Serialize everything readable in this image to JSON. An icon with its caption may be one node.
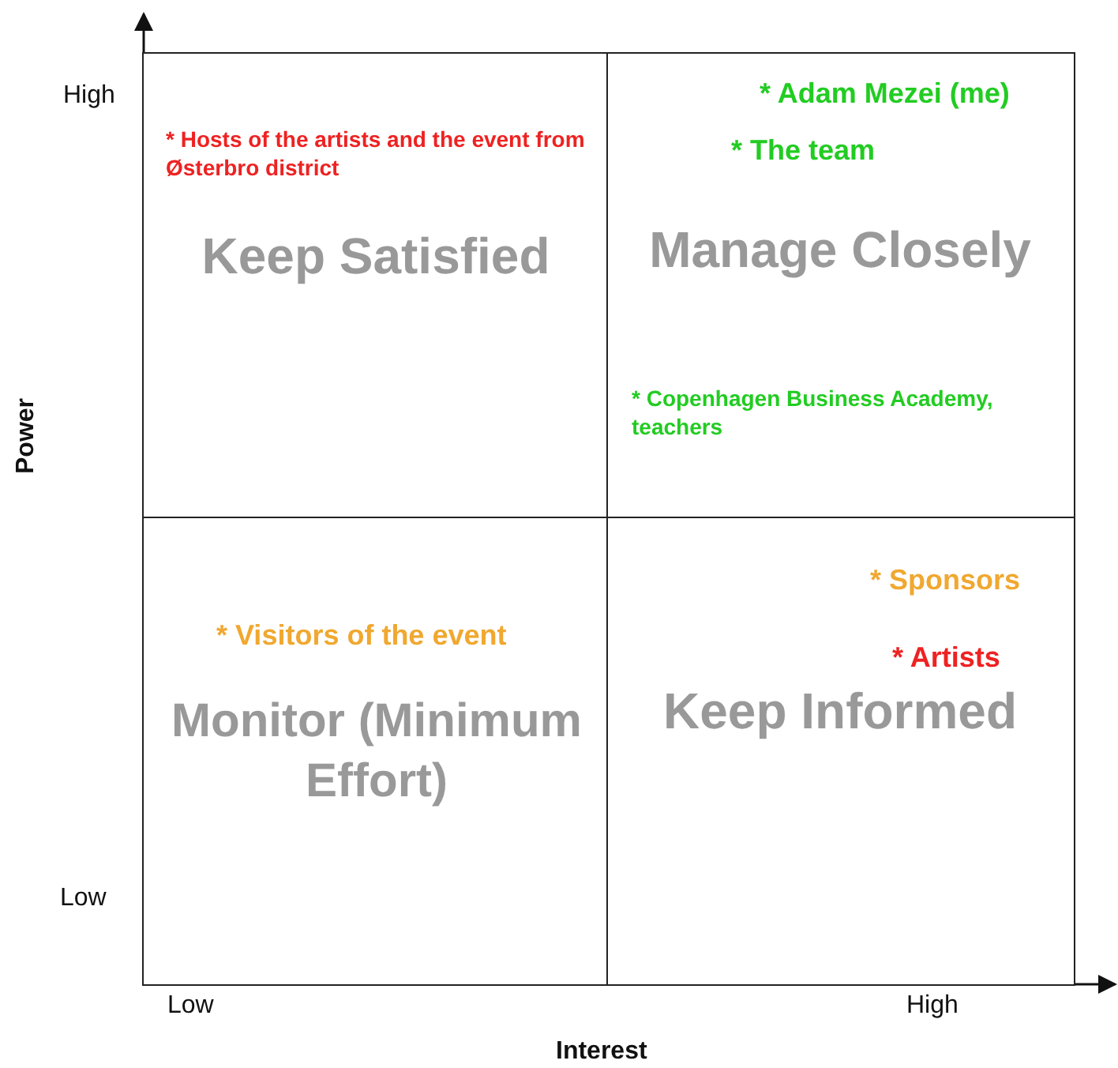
{
  "diagram": {
    "nodes": [
      {
        "text": [
          "* Hosts of the artists and the event from Østerbro district",
          "Keep Satisfied"
        ]
      },
      {
        "text": [
          "* Adam Mezei (me)",
          "* The team",
          "Manage Closely",
          "* Copenhagen Business Academy, teachers"
        ]
      },
      {
        "text": [
          "* Visitors of the event",
          "Monitor (Minimum Effort)"
        ]
      },
      {
        "text": [
          "* Sponsors",
          "* Artists",
          "Keep Informed"
        ]
      }
    ],
    "labels": [
      "High",
      "Power",
      "Low",
      "Low",
      "High",
      "Interest"
    ]
  }
}
